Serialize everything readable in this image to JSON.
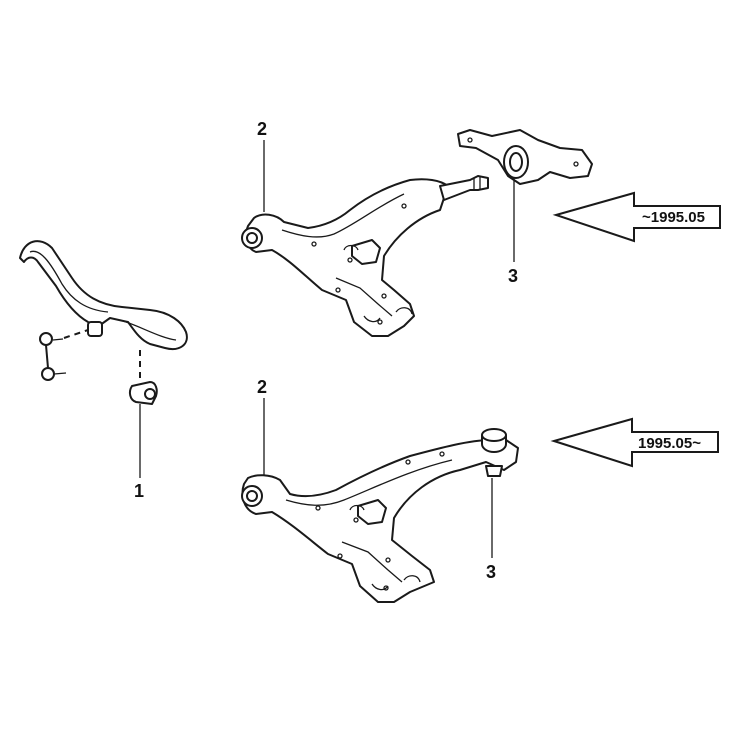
{
  "callouts": {
    "stabilizer_bushing": "1",
    "arm_upper_label": "2",
    "bushing_upper_label": "3",
    "arm_lower_label": "2",
    "balljoint_lower_label": "3"
  },
  "arrows": {
    "upper_label": "~1995.05",
    "lower_label": "1995.05~"
  }
}
